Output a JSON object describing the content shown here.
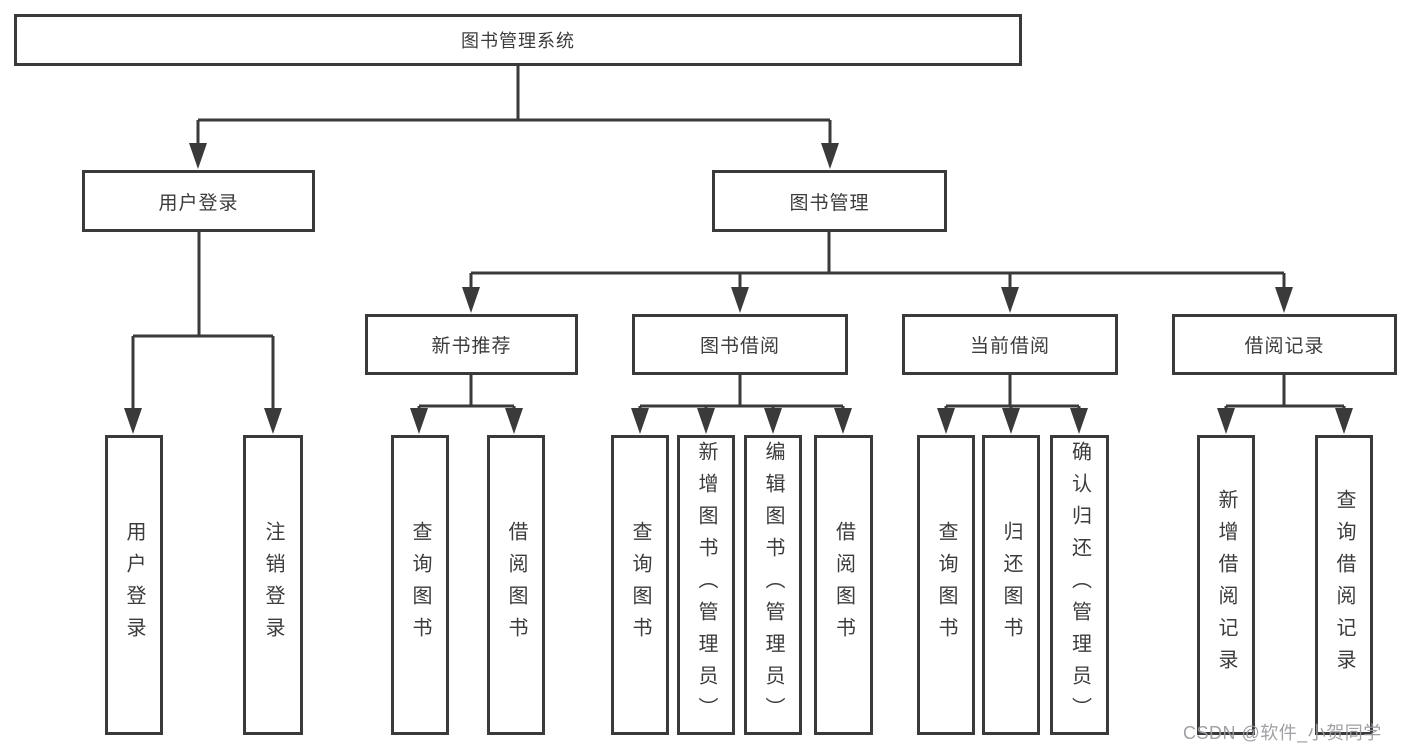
{
  "diagram": {
    "root": {
      "label": "图书管理系统"
    },
    "level2": [
      {
        "label": "用户登录"
      },
      {
        "label": "图书管理"
      }
    ],
    "level3": [
      {
        "label": "新书推荐"
      },
      {
        "label": "图书借阅"
      },
      {
        "label": "当前借阅"
      },
      {
        "label": "借阅记录"
      }
    ],
    "leaves": [
      {
        "label": "用户登录"
      },
      {
        "label": "注销登录"
      },
      {
        "label": "查询图书"
      },
      {
        "label": "借阅图书"
      },
      {
        "label": "查询图书"
      },
      {
        "label": "新增图书（管理员）"
      },
      {
        "label": "编辑图书（管理员）"
      },
      {
        "label": "借阅图书"
      },
      {
        "label": "查询图书"
      },
      {
        "label": "归还图书"
      },
      {
        "label": "确认归还（管理员）"
      },
      {
        "label": "新增借阅记录"
      },
      {
        "label": "查询借阅记录"
      }
    ]
  },
  "watermark": "CSDN @软件_小贺同学",
  "colors": {
    "line": "#3a3a3a",
    "text": "#3c3c3c",
    "watermark": "#9b9ba1",
    "background": "#ffffff"
  }
}
